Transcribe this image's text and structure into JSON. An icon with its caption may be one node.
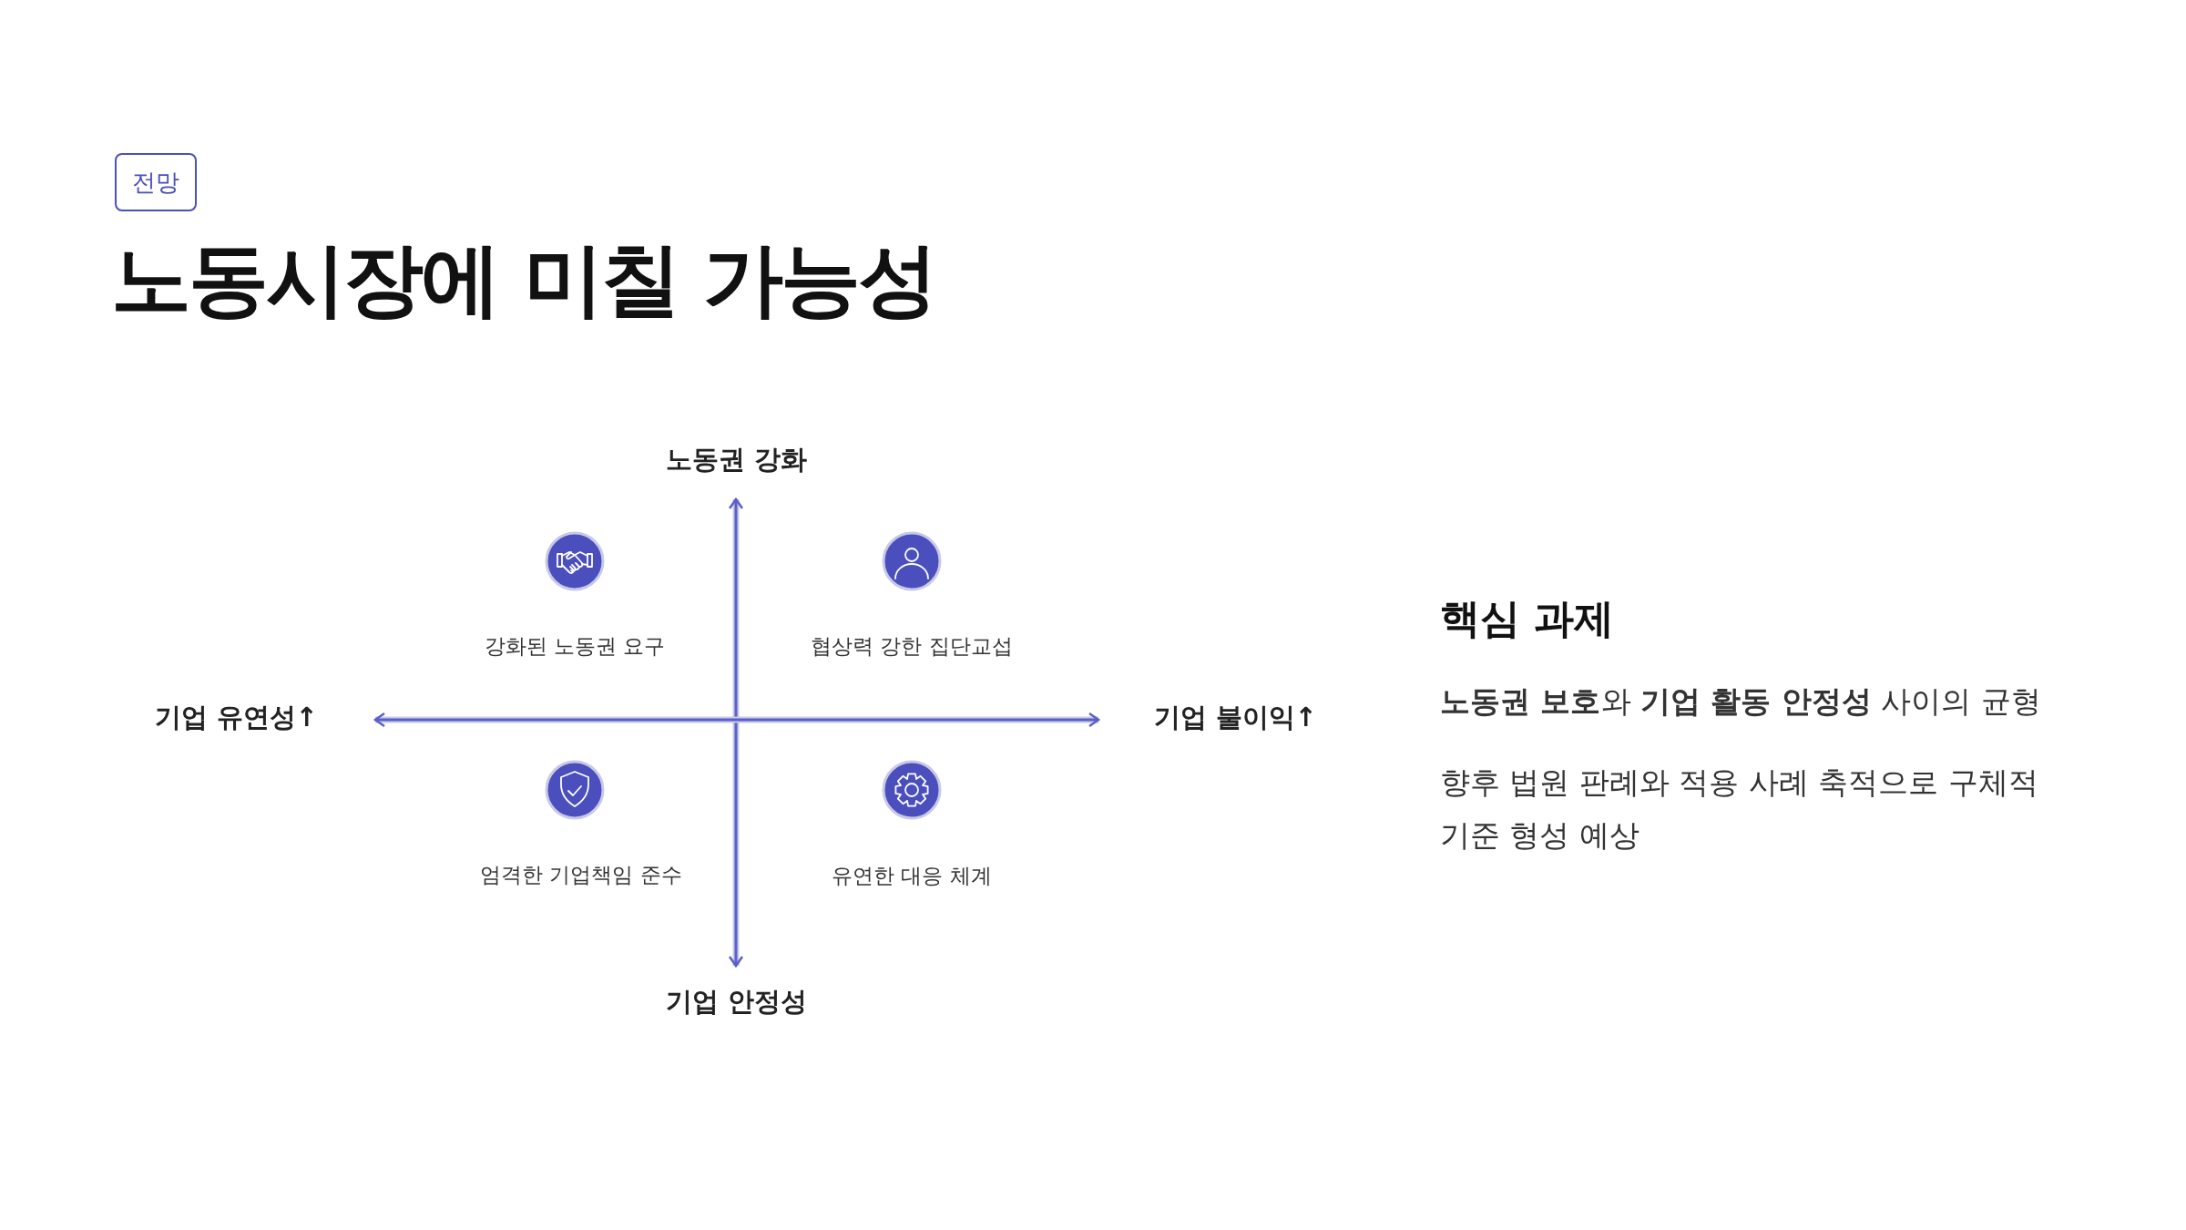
{
  "diagram": {
    "title": "노동시장에 미칠 가능성",
    "nodes": [
      {
        "text": [
          "전망"
        ]
      }
    ],
    "labels": [
      "노동권 강화",
      "강화된 노동권 요구",
      "협상력 강한 집단교섭",
      "기업 유연성↑",
      "기업 불이익↑",
      "엄격한 기업책임 준수",
      "유연한 대응 체계",
      "기업 안정성",
      "핵심 과제",
      "**노동권 보호**와 **기업 활동 안정성** 사이의 균형",
      "향후 법원 판례와 적용 사례 축적으로 구체적 기준 형성 예상"
    ]
  }
}
